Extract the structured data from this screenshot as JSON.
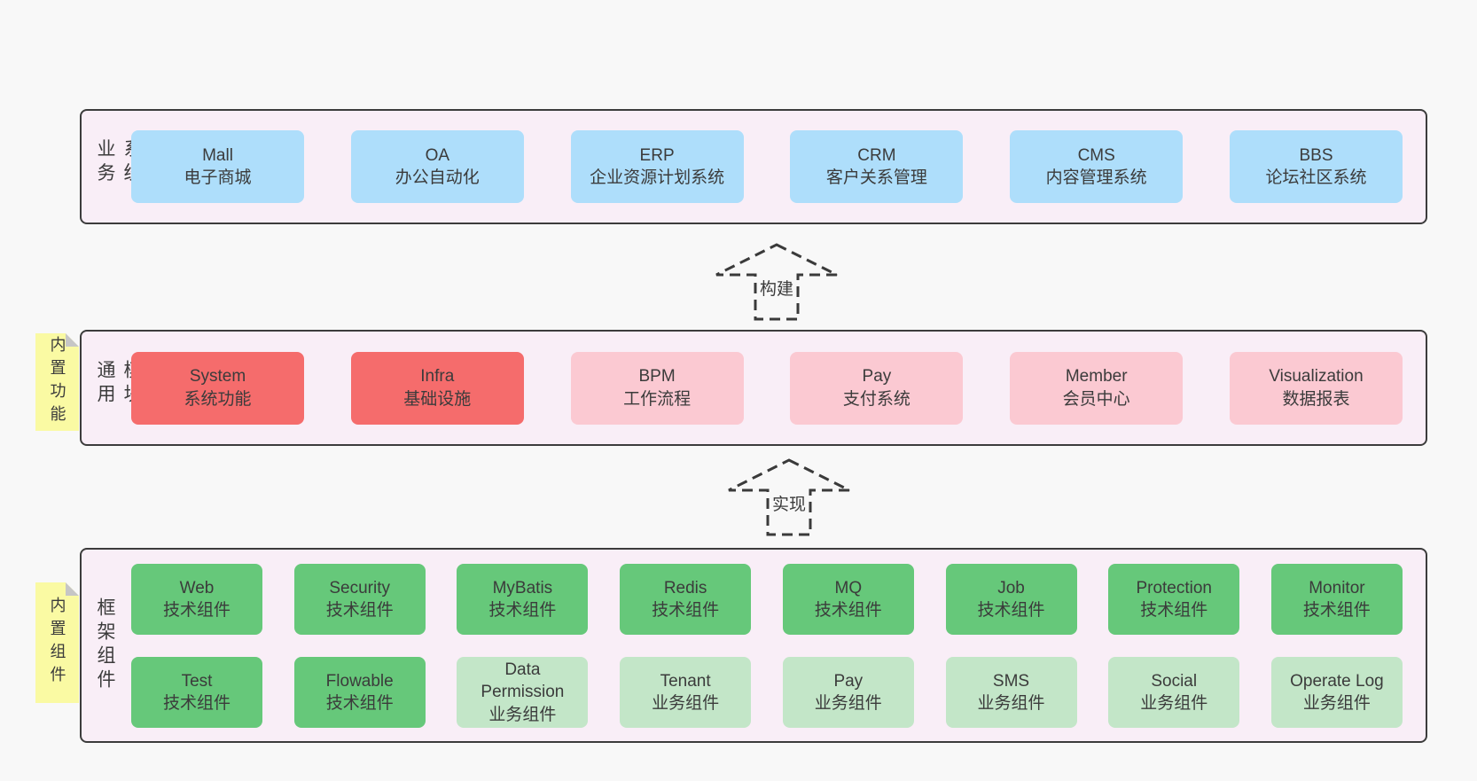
{
  "colors": {
    "page_bg": "#f8f8f8",
    "panel_bg": "#f9eef7",
    "panel_border": "#3c3c3c",
    "blue": "#aedefb",
    "red": "#f56c6c",
    "pink": "#fbc9d2",
    "green": "#66c87a",
    "light_green": "#c3e6c8",
    "note_yellow": "#fafaa3",
    "text": "#3b3b3b"
  },
  "arrows": {
    "build": "构建",
    "implement": "实现"
  },
  "sections": {
    "business": {
      "label": "业务系统",
      "boxes": [
        {
          "en": "Mall",
          "zh": "电子商城"
        },
        {
          "en": "OA",
          "zh": "办公自动化"
        },
        {
          "en": "ERP",
          "zh": "企业资源计划系统"
        },
        {
          "en": "CRM",
          "zh": "客户关系管理"
        },
        {
          "en": "CMS",
          "zh": "内容管理系统"
        },
        {
          "en": "BBS",
          "zh": "论坛社区系统"
        }
      ]
    },
    "modules": {
      "label": "通用模块",
      "note": "内置功能",
      "boxes": [
        {
          "en": "System",
          "zh": "系统功能"
        },
        {
          "en": "Infra",
          "zh": "基础设施"
        },
        {
          "en": "BPM",
          "zh": "工作流程"
        },
        {
          "en": "Pay",
          "zh": "支付系统"
        },
        {
          "en": "Member",
          "zh": "会员中心"
        },
        {
          "en": "Visualization",
          "zh": "数据报表"
        }
      ]
    },
    "framework": {
      "label": "框架组件",
      "note": "内置组件",
      "row1": [
        {
          "en": "Web",
          "zh": "技术组件"
        },
        {
          "en": "Security",
          "zh": "技术组件"
        },
        {
          "en": "MyBatis",
          "zh": "技术组件"
        },
        {
          "en": "Redis",
          "zh": "技术组件"
        },
        {
          "en": "MQ",
          "zh": "技术组件"
        },
        {
          "en": "Job",
          "zh": "技术组件"
        },
        {
          "en": "Protection",
          "zh": "技术组件"
        },
        {
          "en": "Monitor",
          "zh": "技术组件"
        }
      ],
      "row2": [
        {
          "en": "Test",
          "zh": "技术组件"
        },
        {
          "en": "Flowable",
          "zh": "技术组件"
        },
        {
          "en": "Data Permission",
          "zh": "业务组件"
        },
        {
          "en": "Tenant",
          "zh": "业务组件"
        },
        {
          "en": "Pay",
          "zh": "业务组件"
        },
        {
          "en": "SMS",
          "zh": "业务组件"
        },
        {
          "en": "Social",
          "zh": "业务组件"
        },
        {
          "en": "Operate Log",
          "zh": "业务组件"
        }
      ]
    }
  }
}
